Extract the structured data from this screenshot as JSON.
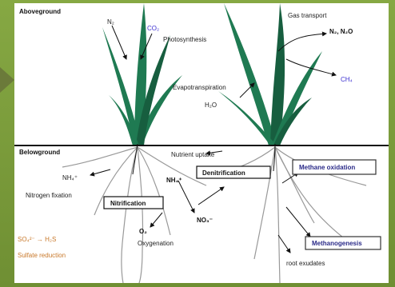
{
  "labels": {
    "aboveground": "Aboveground",
    "belowground": "Belowground",
    "n2": "N₂",
    "co2": "CO₂",
    "photosynthesis": "Photosynthesis",
    "gas_transport": "Gas transport",
    "n2_n2o": "N₂, N₂O",
    "ch4": "CH₄",
    "evapotranspiration": "Evapotranspiration",
    "h2o": "H₂O",
    "nutrient_uptake": "Nutrient uptake",
    "nh4_left": "NH₄⁺",
    "nitrogen_fixation": "Nitrogen fixation",
    "nh4_center": "NH₄⁺",
    "nitrification": "Nitrification",
    "denitrification": "Denitrification",
    "methane_oxidation": "Methane oxidation",
    "methanogenesis": "Methanogenesis",
    "o2": "O₂",
    "oxygenation": "Oxygenation",
    "no3": "NO₃⁻",
    "so4_h2s": "SO₄²⁻ → H₂S",
    "sulfate_reduction": "Sulfate reduction",
    "root_exudates": "root exudates"
  },
  "colors": {
    "leaf": "#1f7a52",
    "leaf_dark": "#175e3f",
    "blue_text": "#3b2fd0",
    "orange_text": "#c8782a",
    "frame": "#7b9a3c"
  }
}
